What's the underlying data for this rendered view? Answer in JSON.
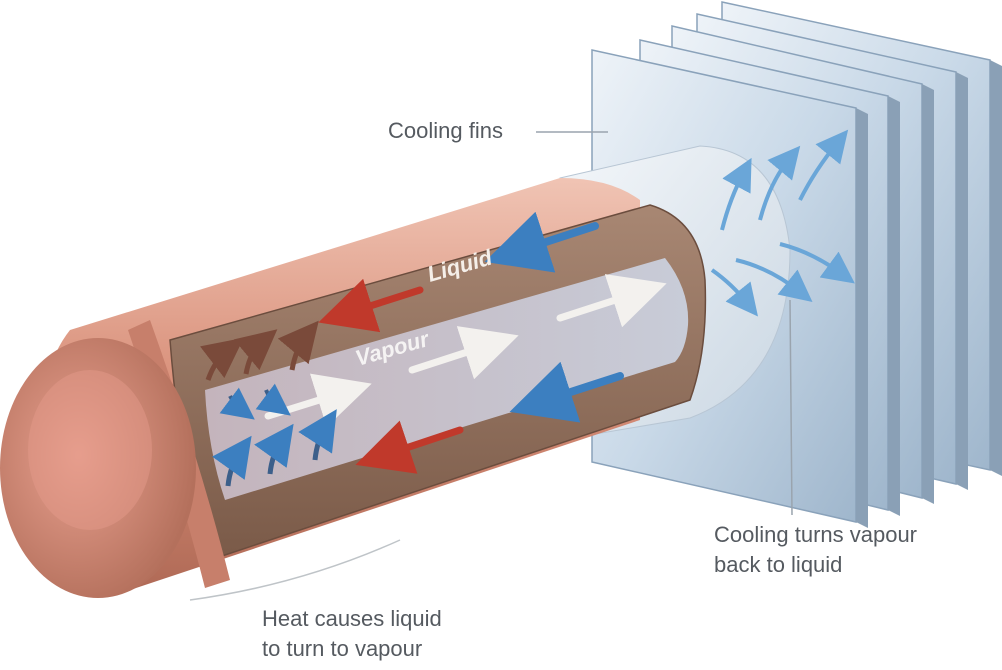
{
  "labels": {
    "cooling_fins": "Cooling fins",
    "condense_line1": "Cooling turns vapour",
    "condense_line2": "back to liquid",
    "evaporate_line1": "Heat causes liquid",
    "evaporate_line2": "to turn to vapour",
    "liquid": "Liquid",
    "vapour": "Vapour"
  },
  "colors": {
    "pipe_copper": "#d9907a",
    "pipe_end": "#c97a66",
    "wick_brown": "#8a6a55",
    "vapour_core": "#b8bccb",
    "fin_blue": "#c8d8e8",
    "arrow_blue": "#3c7fc0",
    "arrow_red": "#c0392b",
    "arrow_white": "#f3f1ee",
    "label_text": "#555a60"
  },
  "icons": {
    "liquid_return": "arrow-left-blue-icon",
    "liquid_to_hot_end": "arrow-left-red-icon",
    "vapour_flow": "arrow-right-white-icon",
    "heat_release": "arrow-curved-blue-icon",
    "evaporation": "arrow-curved-up-icon"
  }
}
